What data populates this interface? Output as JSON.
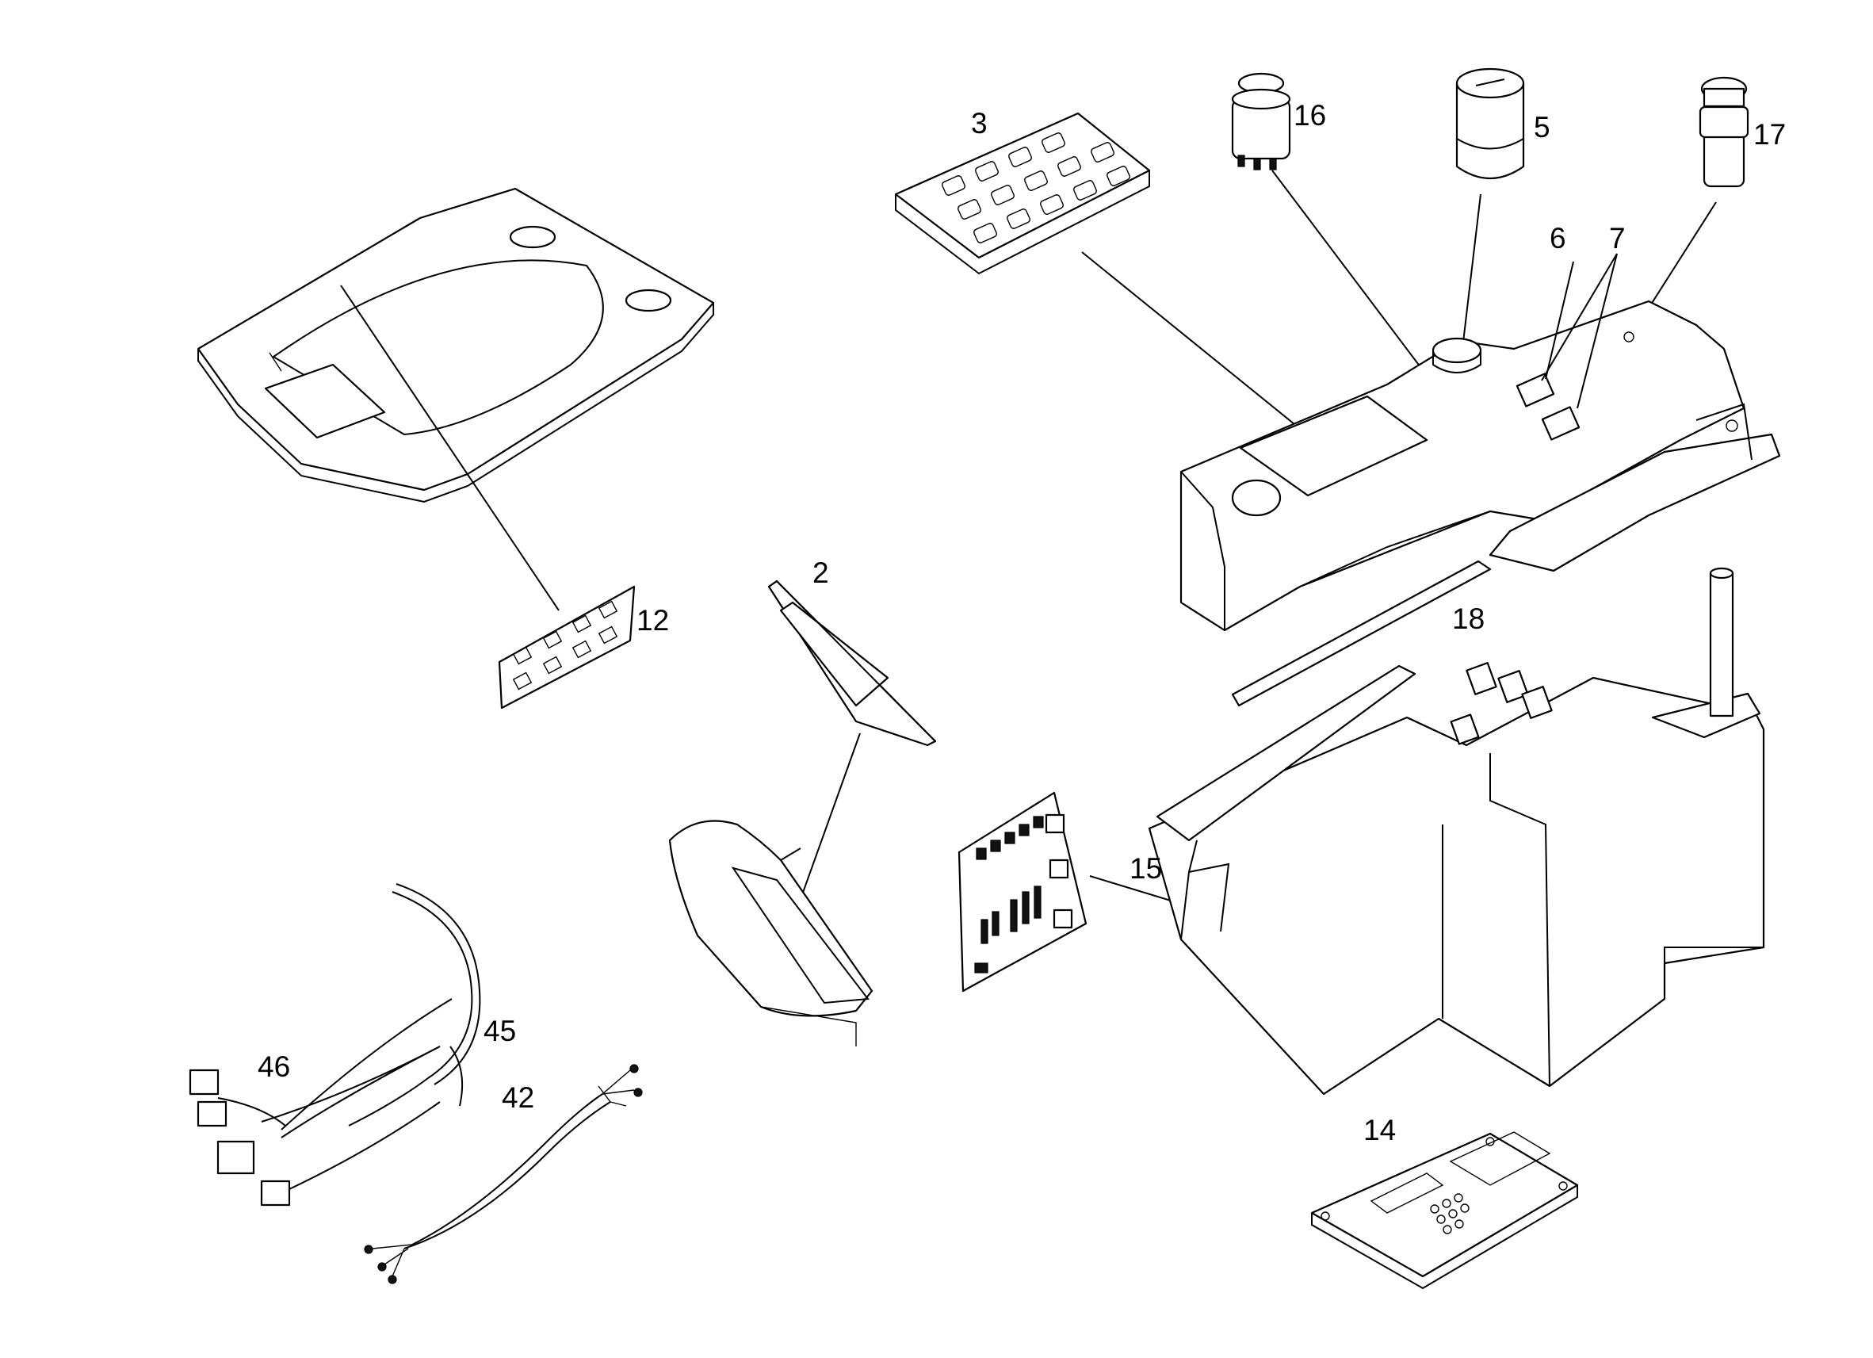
{
  "callouts": {
    "c2": "2",
    "c3": "3",
    "c5": "5",
    "c6": "6",
    "c7": "7",
    "c12": "12",
    "c14": "14",
    "c15": "15",
    "c16": "16",
    "c17": "17",
    "c18": "18",
    "c42": "42",
    "c45": "45",
    "c46": "46"
  },
  "colors": {
    "stroke": "#000000",
    "background": "#ffffff"
  }
}
